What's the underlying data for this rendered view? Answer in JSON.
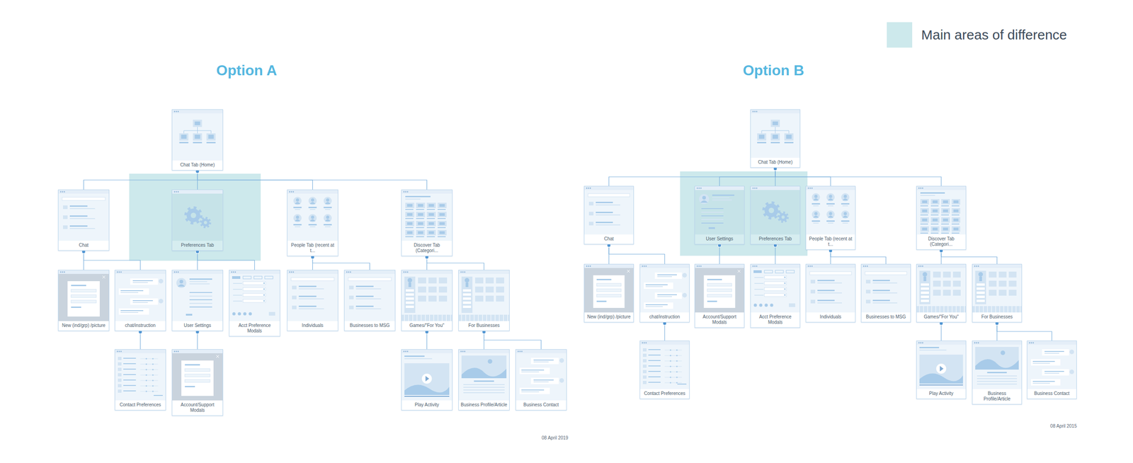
{
  "diagram": {
    "nodes": [
      {
        "text": [
          "Chat Tab (Home)"
        ]
      },
      {
        "text": [
          "Chat"
        ]
      },
      {
        "text": [
          "Preferences Tab"
        ]
      },
      {
        "text": [
          "People Tab (recent at t..."
        ]
      },
      {
        "text": [
          "Discover Tab (Categori..."
        ]
      },
      {
        "text": [
          "New (ind/grp) /picture"
        ]
      },
      {
        "text": [
          "chat/instruction"
        ]
      },
      {
        "text": [
          "User Settings"
        ]
      },
      {
        "text": [
          "Acct Preference Modals"
        ]
      },
      {
        "text": [
          "Individuals"
        ]
      },
      {
        "text": [
          "Businesses to MSG"
        ]
      },
      {
        "text": [
          "Games/\"For You\""
        ]
      },
      {
        "text": [
          "For Businesses"
        ]
      },
      {
        "text": [
          "Contact Preferences"
        ]
      },
      {
        "text": [
          "Account/Support Modals"
        ]
      },
      {
        "text": [
          "Play Activity"
        ]
      },
      {
        "text": [
          "Business Profile/Article"
        ]
      },
      {
        "text": [
          "Business Contact"
        ]
      },
      {
        "text": [
          "Chat Tab (Home)"
        ]
      },
      {
        "text": [
          "Chat"
        ]
      },
      {
        "text": [
          "User Settings"
        ]
      },
      {
        "text": [
          "Preferences Tab"
        ]
      },
      {
        "text": [
          "People Tab (recent at t..."
        ]
      },
      {
        "text": [
          "Discover Tab (Categori..."
        ]
      },
      {
        "text": [
          "New (ind/grp) /picture"
        ]
      },
      {
        "text": [
          "chat/instruction"
        ]
      },
      {
        "text": [
          "Account/Support Modals"
        ]
      },
      {
        "text": [
          "Acct Preference Modals"
        ]
      },
      {
        "text": [
          "Individuals"
        ]
      },
      {
        "text": [
          "Businesses to MSG"
        ]
      },
      {
        "text": [
          "Games/\"For You\""
        ]
      },
      {
        "text": [
          "For Businesses"
        ]
      },
      {
        "text": [
          "Contact Preferences"
        ]
      },
      {
        "text": [
          "Play Activity"
        ]
      },
      {
        "text": [
          "Business Profile/Article"
        ]
      },
      {
        "text": [
          "Business Contact"
        ]
      }
    ],
    "edges": [
      {
        "from": 0,
        "to": 1,
        "arrow": "none"
      },
      {
        "from": 0,
        "to": 2,
        "arrow": "none"
      },
      {
        "from": 0,
        "to": 3,
        "arrow": "none"
      },
      {
        "from": 0,
        "to": 4,
        "arrow": "none"
      },
      {
        "from": 1,
        "to": 5,
        "arrow": "none"
      },
      {
        "from": 1,
        "to": 6,
        "arrow": "none"
      },
      {
        "from": 2,
        "to": 7,
        "arrow": "none"
      },
      {
        "from": 2,
        "to": 8,
        "arrow": "none"
      },
      {
        "from": 3,
        "to": 9,
        "arrow": "none"
      },
      {
        "from": 3,
        "to": 10,
        "arrow": "none"
      },
      {
        "from": 4,
        "to": 11,
        "arrow": "none"
      },
      {
        "from": 4,
        "to": 12,
        "arrow": "none"
      },
      {
        "from": 6,
        "to": 13,
        "arrow": "none"
      },
      {
        "from": 7,
        "to": 14,
        "arrow": "none"
      },
      {
        "from": 11,
        "to": 15,
        "arrow": "none"
      },
      {
        "from": 12,
        "to": 16,
        "arrow": "none"
      },
      {
        "from": 12,
        "to": 17,
        "arrow": "none"
      },
      {
        "from": 18,
        "to": 19,
        "arrow": "none"
      },
      {
        "from": 18,
        "to": 20,
        "arrow": "none"
      },
      {
        "from": 18,
        "to": 21,
        "arrow": "none"
      },
      {
        "from": 18,
        "to": 22,
        "arrow": "none"
      },
      {
        "from": 18,
        "to": 23,
        "arrow": "none"
      },
      {
        "from": 19,
        "to": 24,
        "arrow": "none"
      },
      {
        "from": 19,
        "to": 25,
        "arrow": "none"
      },
      {
        "from": 20,
        "to": 26,
        "arrow": "none"
      },
      {
        "from": 21,
        "to": 27,
        "arrow": "none"
      },
      {
        "from": 22,
        "to": 28,
        "arrow": "none"
      },
      {
        "from": 22,
        "to": 29,
        "arrow": "none"
      },
      {
        "from": 23,
        "to": 30,
        "arrow": "none"
      },
      {
        "from": 23,
        "to": 31,
        "arrow": "none"
      },
      {
        "from": 25,
        "to": 32,
        "arrow": "none"
      },
      {
        "from": 30,
        "to": 33,
        "arrow": "none"
      },
      {
        "from": 31,
        "to": 34,
        "arrow": "none"
      },
      {
        "from": 31,
        "to": 35,
        "arrow": "none"
      }
    ],
    "labels": [
      "Option A",
      "Option B",
      "08 April 2019",
      "08 April 2015"
    ],
    "legend": [
      {
        "text": "Main areas of difference",
        "color": "#cde9ec"
      }
    ]
  }
}
